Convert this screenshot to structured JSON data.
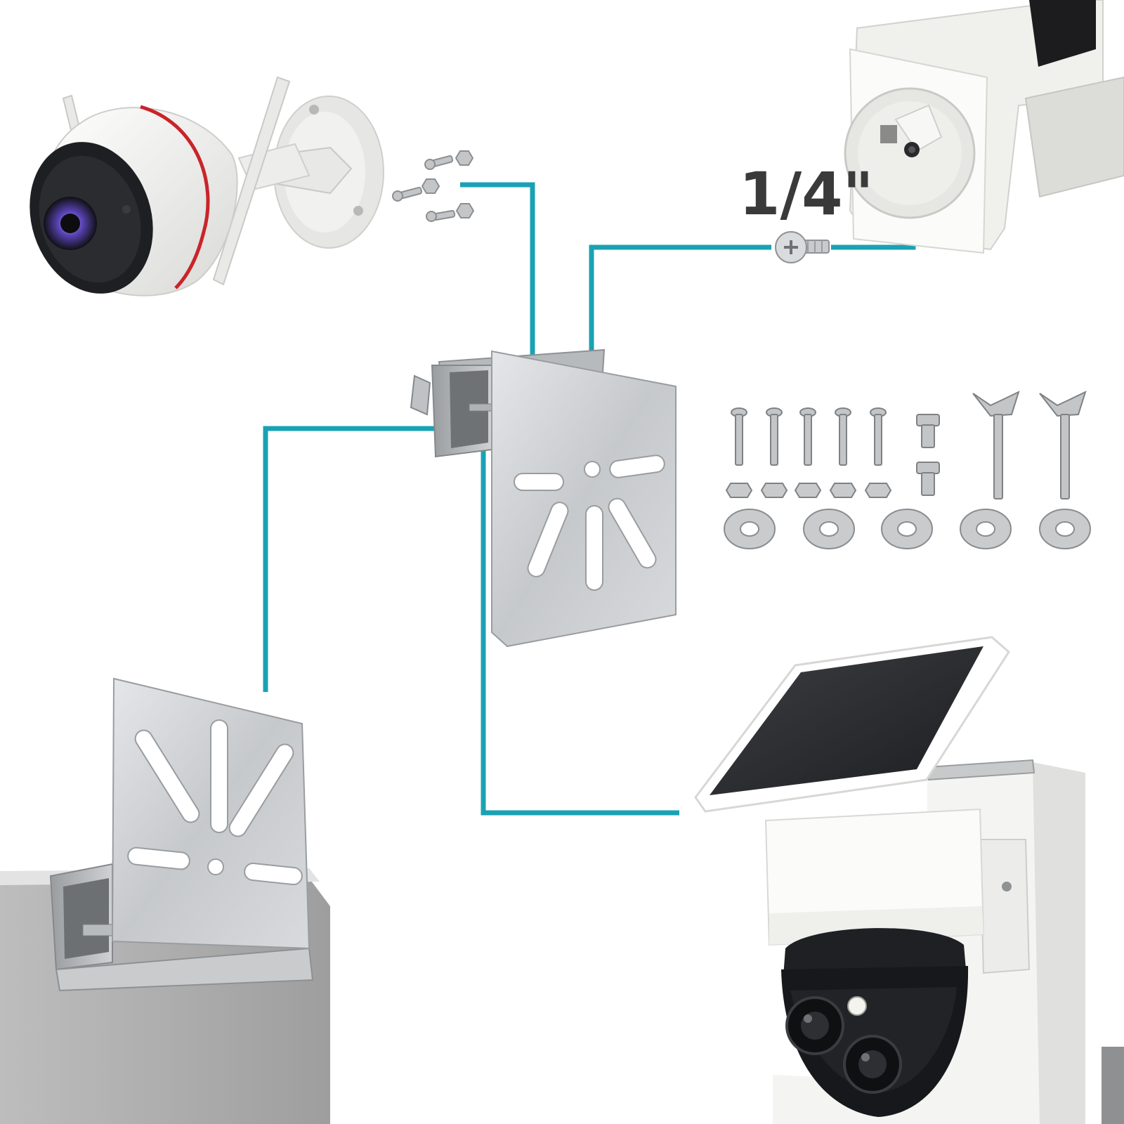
{
  "screw_size_label": "1/4\"",
  "colors": {
    "connector": "#1aa2b4",
    "steel_light": "#e1e3e5",
    "steel_mid": "#bfc2c5",
    "steel_dark": "#8d9093",
    "solar_panel": "#2b2d30",
    "camera_white": "#f3f3f1",
    "camera_red_stripe": "#c9242a",
    "lens_black": "#141517"
  },
  "icons": {
    "bullet_camera": "bullet-camera-icon",
    "camera_mount_base": "camera-mount-base-icon",
    "quarter_inch_screw": "screw-icon",
    "clamp_bracket": "clamp-bracket-icon",
    "solar_camera": "solar-ptz-camera-icon",
    "hardware_kit": "hardware-kit-icon"
  },
  "hardware_kit": {
    "machine_screws": 5,
    "hex_nuts": 5,
    "flat_washers": 5,
    "short_bolts": 2,
    "wing_bolts": 2
  }
}
